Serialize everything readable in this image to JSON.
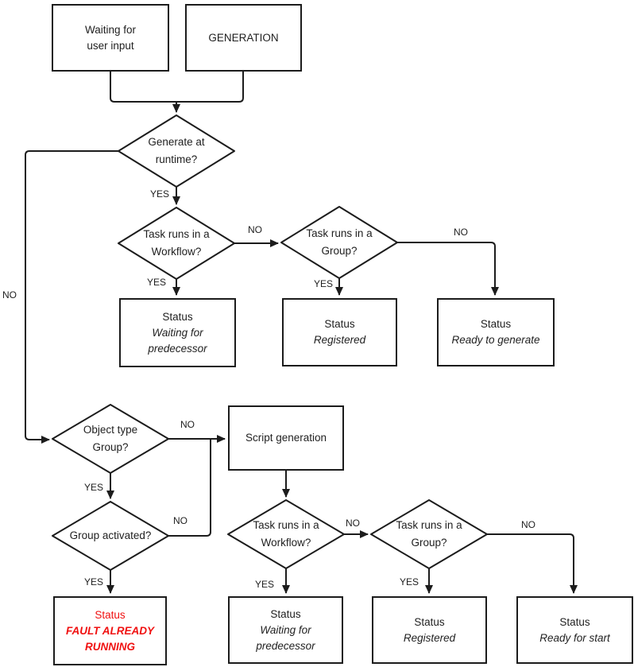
{
  "diagram": {
    "colors": {
      "line": "#1c1c1c",
      "text": "#1f1f1f",
      "fault_red": "#f01010",
      "background": "#ffffff"
    },
    "edge_labels": {
      "yes": "YES",
      "no": "NO"
    },
    "nodes": {
      "waiting_for_user_input": {
        "text": "Waiting for\nuser input"
      },
      "generation": {
        "text": "GENERATION"
      },
      "generate_at_runtime": {
        "text": "Generate at\nruntime?"
      },
      "task_runs_in_workflow_1": {
        "text": "Task runs in a\nWorkflow?"
      },
      "task_runs_in_group_1": {
        "text": "Task runs in a\nGroup?"
      },
      "status_waiting_predecessor_1": {
        "label": "Status",
        "value": "Waiting for\npredecessor"
      },
      "status_registered_1": {
        "label": "Status",
        "value": "Registered"
      },
      "status_ready_to_generate": {
        "label": "Status",
        "value": "Ready to generate"
      },
      "object_type_group": {
        "text": "Object type\nGroup?"
      },
      "script_generation": {
        "text": "Script generation"
      },
      "group_activated": {
        "text": "Group activated?"
      },
      "status_fault_already_running": {
        "label": "Status",
        "value": "FAULT ALREADY\nRUNNING"
      },
      "task_runs_in_workflow_2": {
        "text": "Task runs in a\nWorkflow?"
      },
      "status_waiting_predecessor_2": {
        "label": "Status",
        "value": "Waiting for\npredecessor"
      },
      "task_runs_in_group_2": {
        "text": "Task runs in a\nGroup?"
      },
      "status_registered_2": {
        "label": "Status",
        "value": "Registered"
      },
      "status_ready_for_start": {
        "label": "Status",
        "value": "Ready for start"
      }
    }
  }
}
